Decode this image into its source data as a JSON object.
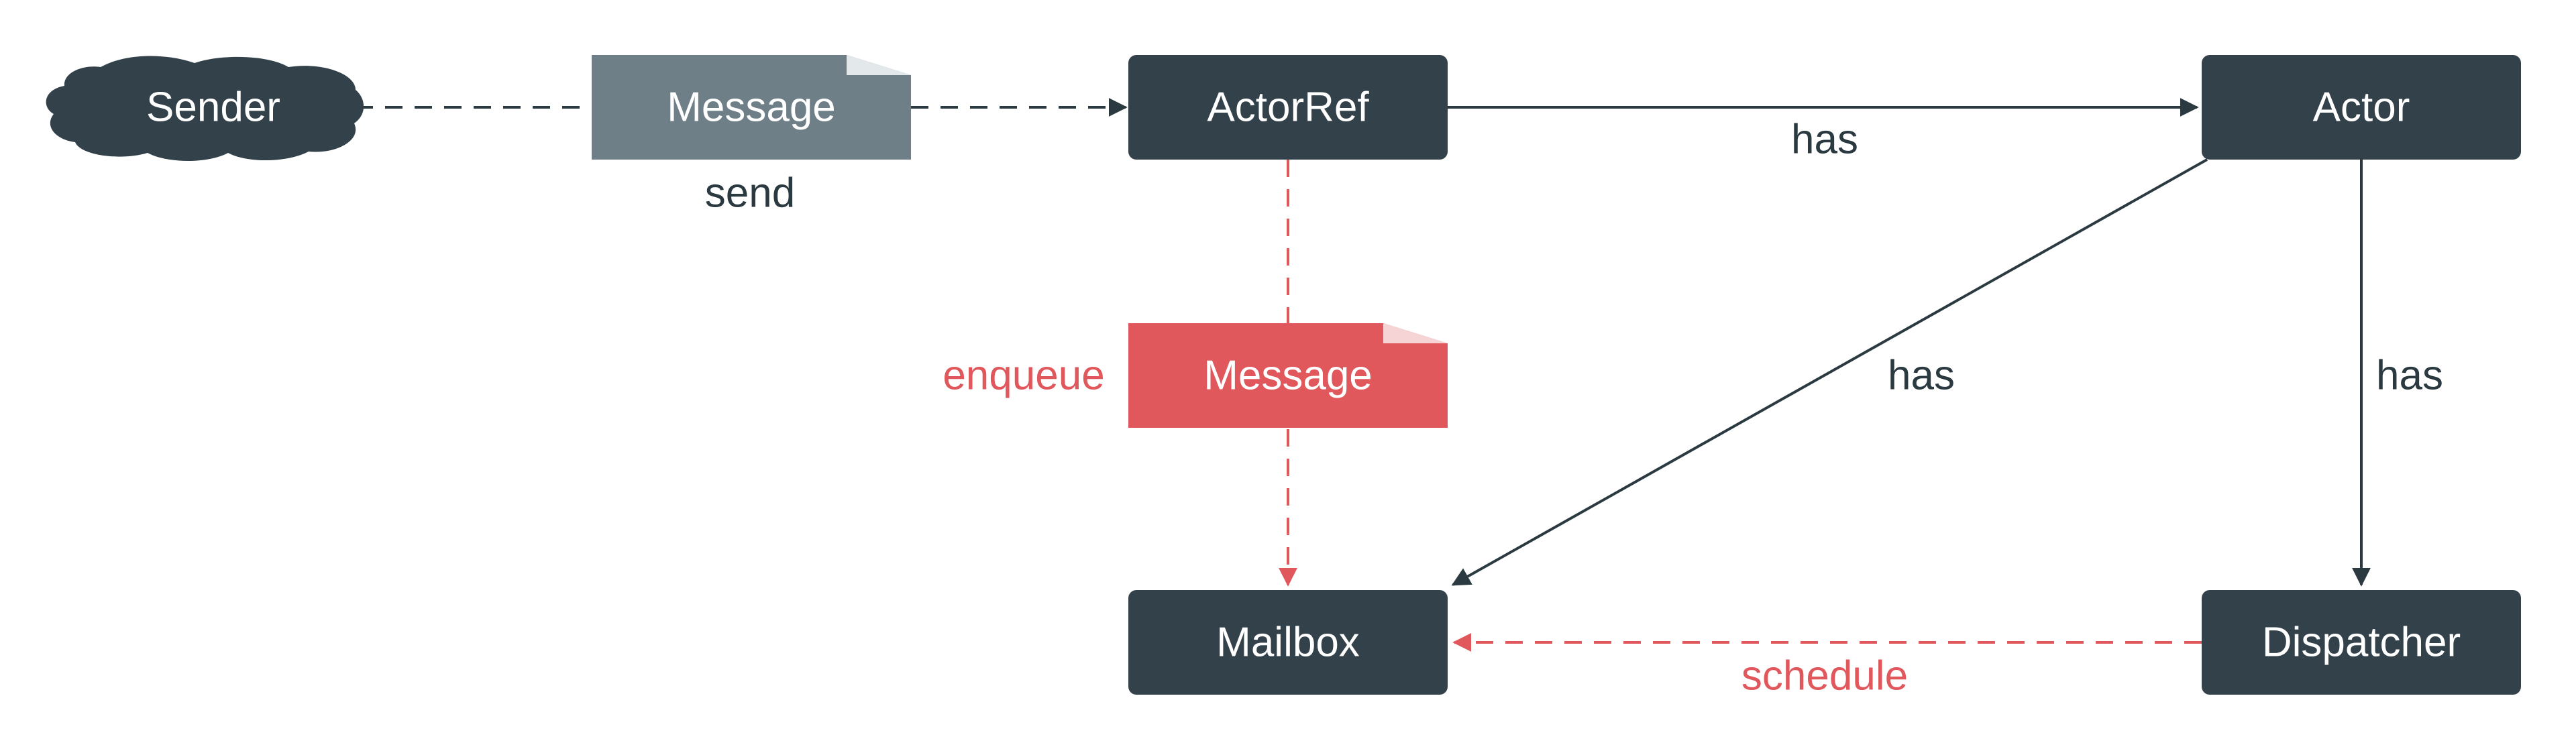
{
  "nodes": {
    "sender": "Sender",
    "message_send": "Message",
    "actorref": "ActorRef",
    "actor": "Actor",
    "message_enqueue": "Message",
    "mailbox": "Mailbox",
    "dispatcher": "Dispatcher"
  },
  "edges": {
    "send": "send",
    "actorref_actor": "has",
    "actor_mailbox": "has",
    "actor_dispatcher": "has",
    "enqueue": "enqueue",
    "schedule": "schedule"
  },
  "colors": {
    "dark_node": "#33424a",
    "message_grey": "#6e7f88",
    "accent_red": "#e0575c",
    "line_dark": "#2b3940",
    "background": "#ffffff"
  }
}
